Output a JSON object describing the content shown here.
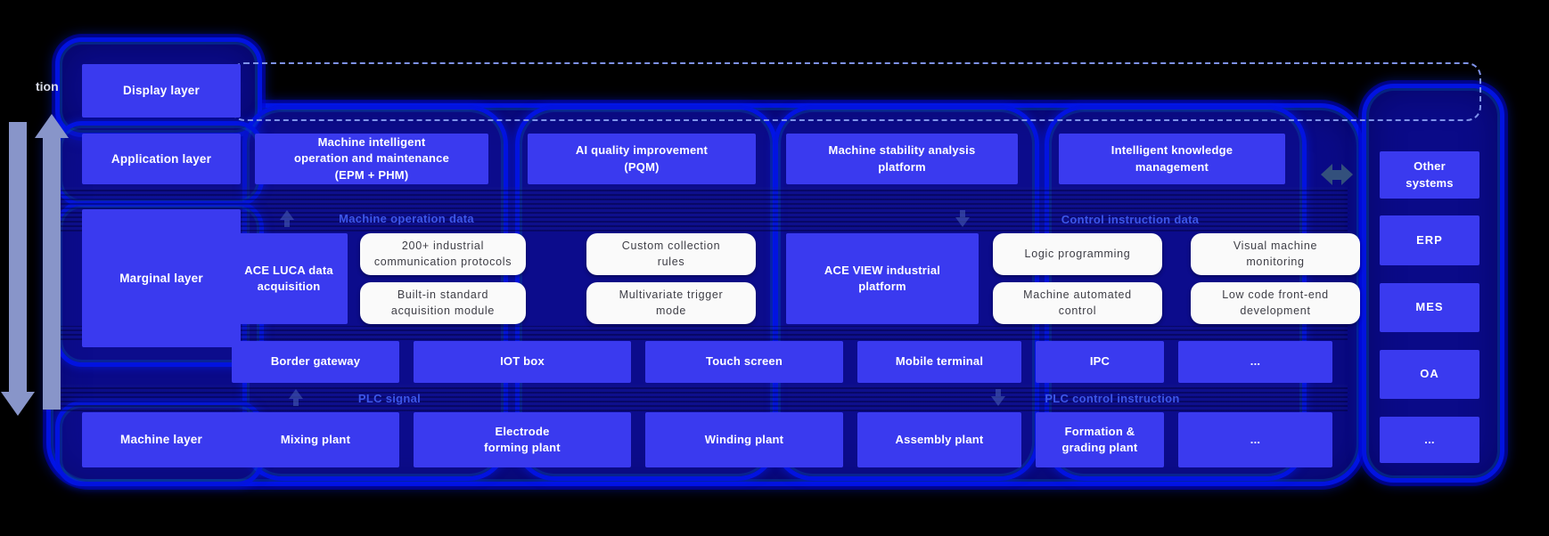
{
  "clipped_label": "tion",
  "layer_column": {
    "display": "Display layer",
    "application": "Application layer",
    "marginal": "Marginal layer",
    "machine": "Machine layer"
  },
  "application_row": {
    "epm_phm": "Machine intelligent\noperation and maintenance\n(EPM + PHM)",
    "pqm": "AI quality improvement\n(PQM)",
    "stability": "Machine stability analysis\nplatform",
    "knowledge": "Intelligent knowledge\nmanagement"
  },
  "flow_labels": {
    "machine_operation_data": "Machine operation data",
    "control_instruction_data": "Control instruction data",
    "plc_signal": "PLC signal",
    "plc_control_instruction": "PLC control instruction"
  },
  "marginal_row": {
    "ace_luca": "ACE LUCA data\nacquisition",
    "ace_view": "ACE VIEW industrial\nplatform",
    "chips_acquisition": [
      "200+ industrial\ncommunication protocols",
      "Built-in standard\nacquisition module"
    ],
    "chips_collection": [
      "Custom collection\nrules",
      "Multivariate trigger\nmode"
    ],
    "chips_control": [
      "Logic programming",
      "Machine automated\ncontrol"
    ],
    "chips_visual": [
      "Visual machine\nmonitoring",
      "Low code front-end\ndevelopment"
    ]
  },
  "device_row": [
    "Border gateway",
    "IOT box",
    "Touch screen",
    "Mobile terminal",
    "IPC",
    "..."
  ],
  "machine_row": [
    "Mixing plant",
    "Electrode\nforming plant",
    "Winding plant",
    "Assembly plant",
    "Formation &\ngrading plant",
    "..."
  ],
  "external_systems": [
    "Other\nsystems",
    "ERP",
    "MES",
    "OA",
    "..."
  ],
  "colors": {
    "box_blue": "#3a3aef",
    "outline_blue": "#0213e0",
    "panel_navy": "#0a0a88",
    "chip_white": "#fafafa",
    "flow_label_blue": "#3d57e8",
    "dash_blue": "#7e92ea",
    "big_arrow": "#8895c9",
    "link_arrow": "#33507c"
  }
}
